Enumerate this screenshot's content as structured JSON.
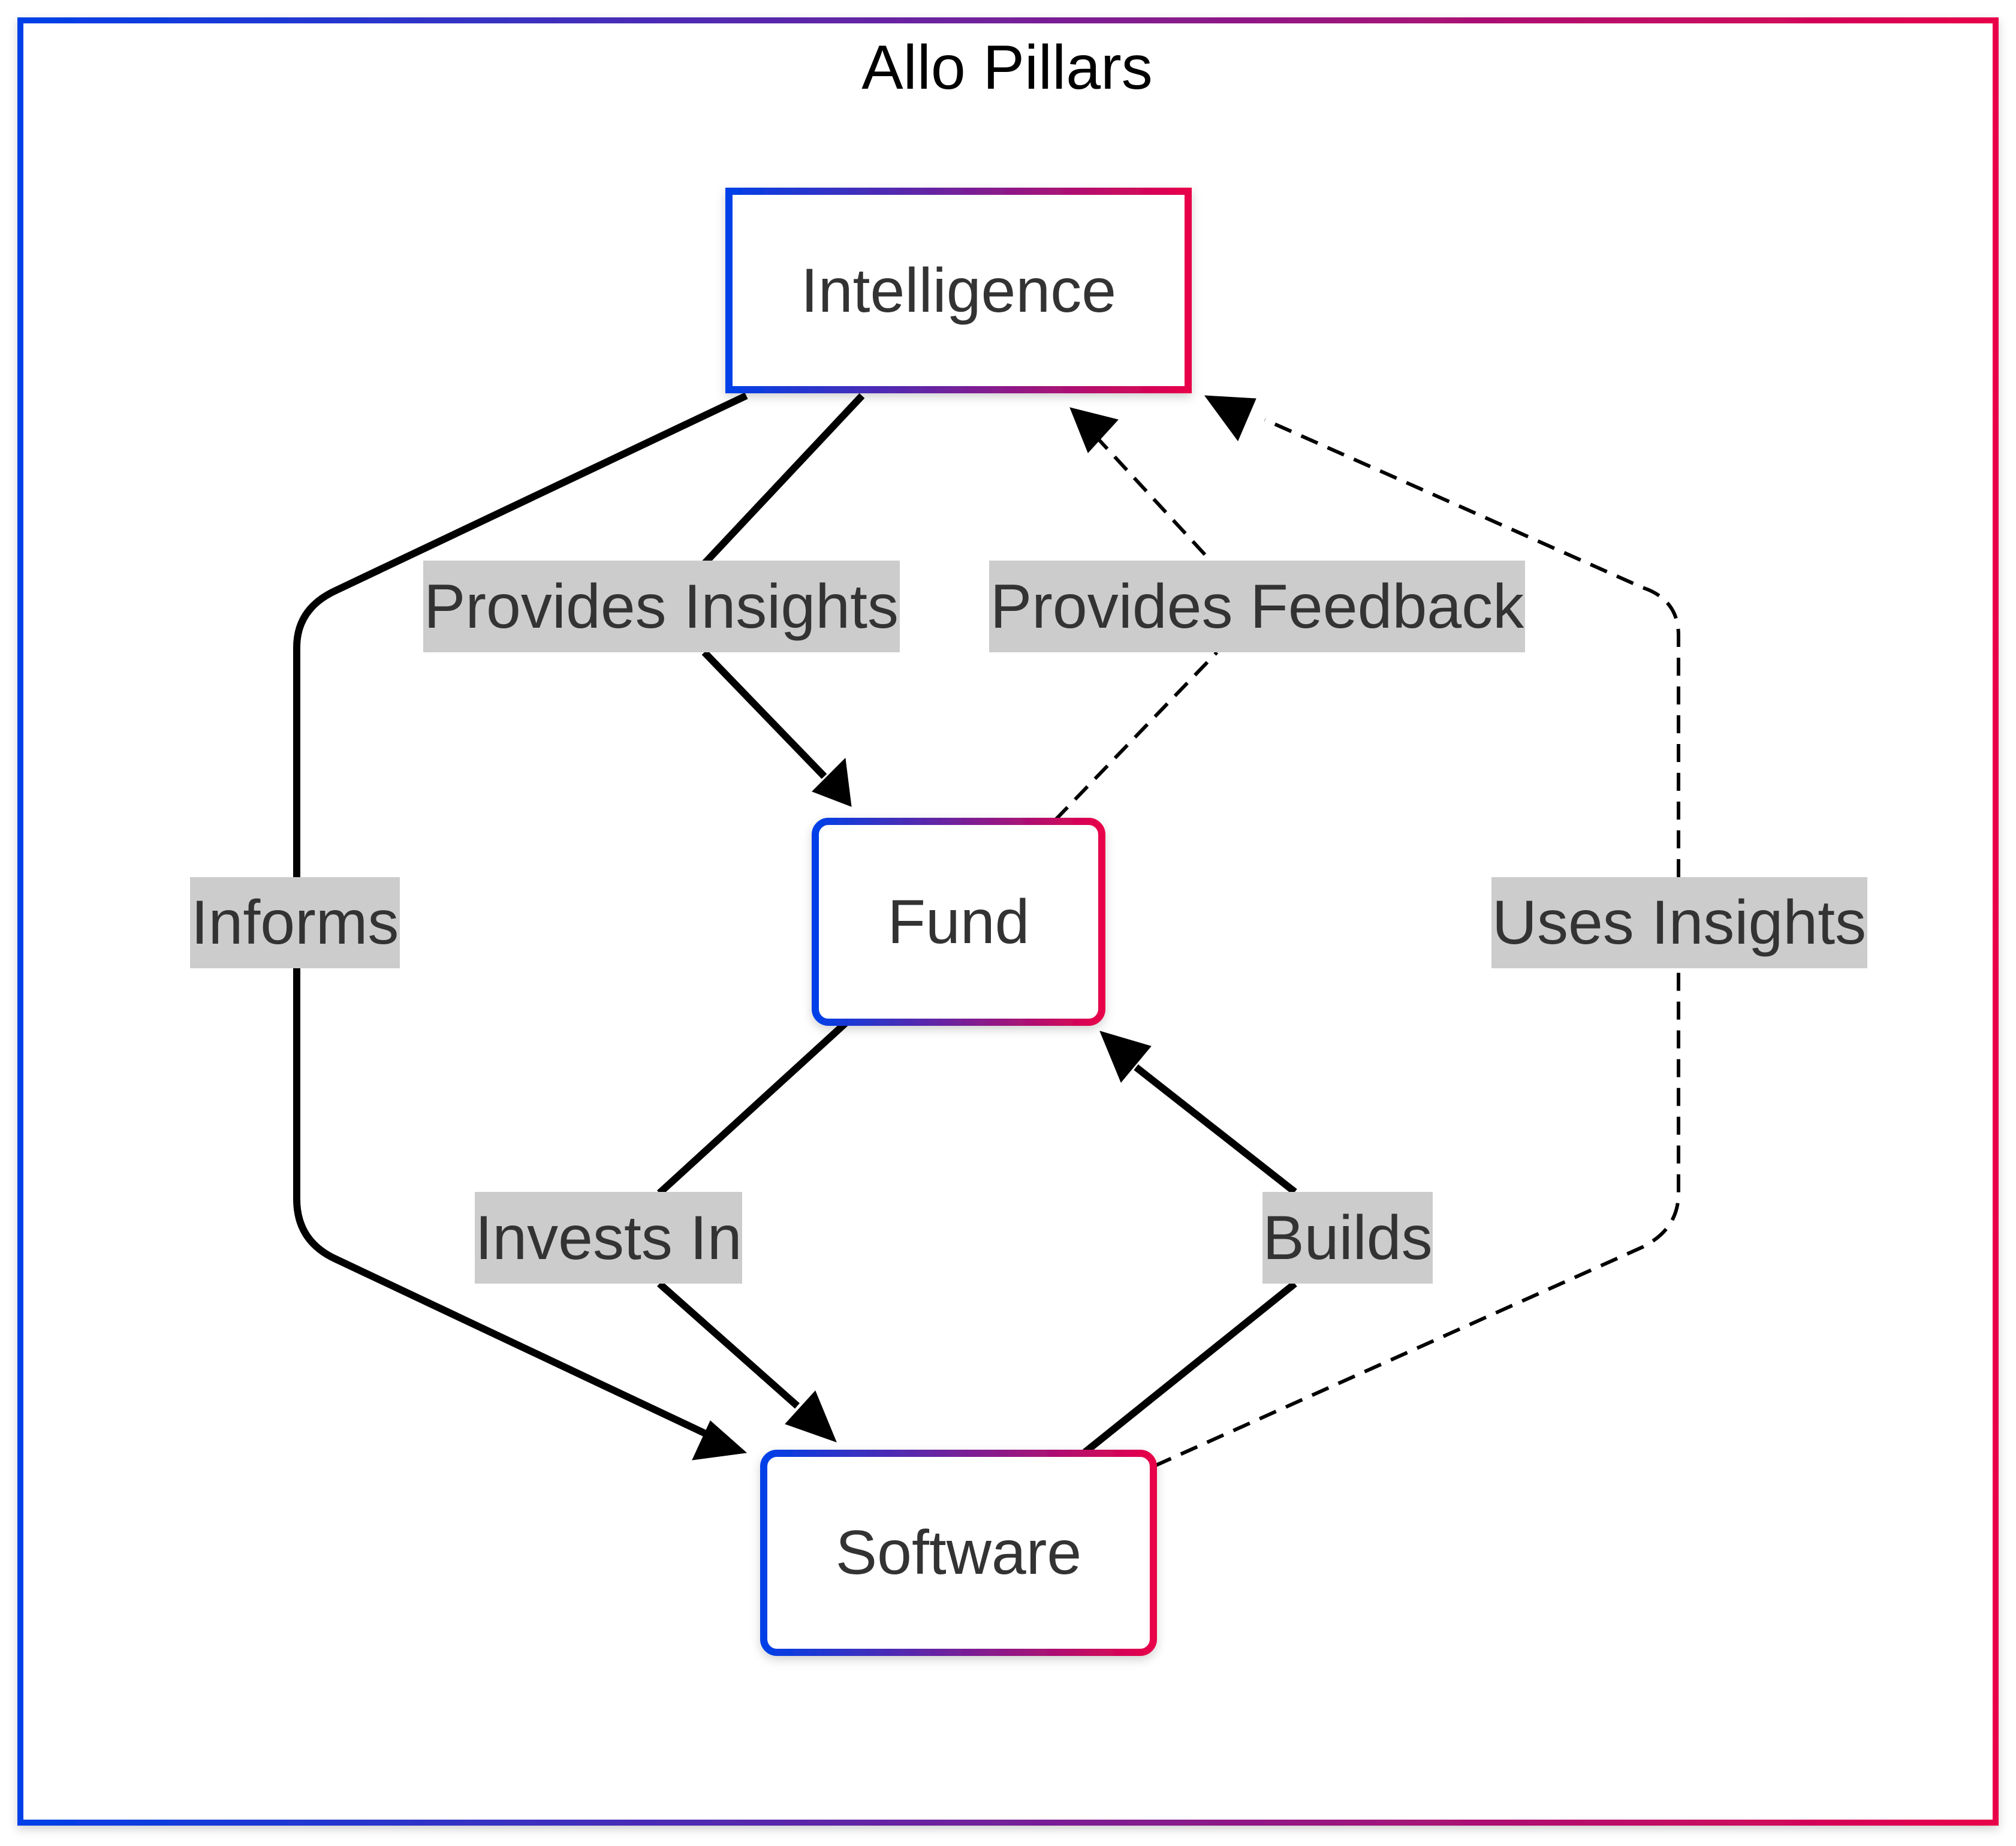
{
  "diagram": {
    "title": "Allo Pillars",
    "colors": {
      "gradient_start": "#0040E8",
      "gradient_end": "#E8004A",
      "label_bg": "#CCCCCC",
      "text": "#333333",
      "edge": "#000000"
    },
    "nodes": {
      "intelligence": {
        "label": "Intelligence",
        "shape": "rect"
      },
      "fund": {
        "label": "Fund",
        "shape": "rounded-rect"
      },
      "software": {
        "label": "Software",
        "shape": "rounded-rect"
      }
    },
    "edges": {
      "provides_insights": {
        "from": "Intelligence",
        "to": "Fund",
        "label": "Provides Insights",
        "style": "solid"
      },
      "provides_feedback": {
        "from": "Fund",
        "to": "Intelligence",
        "label": "Provides Feedback",
        "style": "dashed"
      },
      "informs": {
        "from": "Intelligence",
        "to": "Software",
        "label": "Informs",
        "style": "solid"
      },
      "uses_insights": {
        "from": "Software",
        "to": "Intelligence",
        "label": "Uses Insights",
        "style": "dashed"
      },
      "invests_in": {
        "from": "Fund",
        "to": "Software",
        "label": "Invests In",
        "style": "solid"
      },
      "builds": {
        "from": "Software",
        "to": "Fund",
        "label": "Builds",
        "style": "solid"
      }
    }
  }
}
